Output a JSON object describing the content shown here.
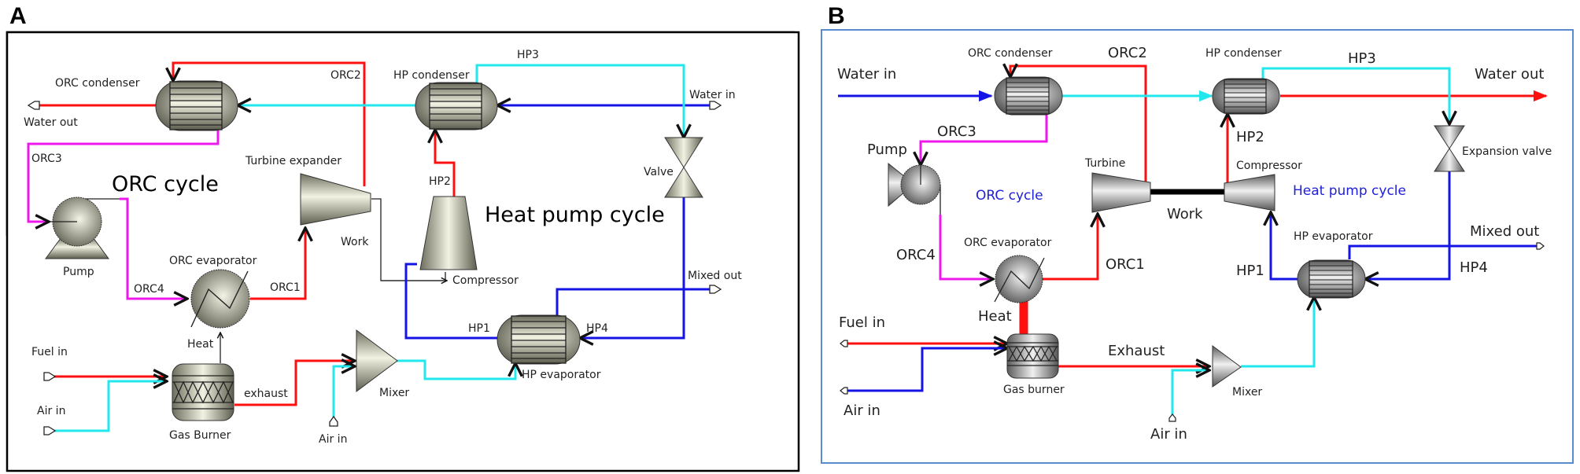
{
  "panels": {
    "A": {
      "letter": "A",
      "cycle_labels": {
        "orc": "ORC cycle",
        "hp": "Heat pump cycle"
      },
      "components": {
        "orc_condenser": "ORC condenser",
        "hp_condenser": "HP condenser",
        "turbine": "Turbine expander",
        "pump": "Pump",
        "orc_evaporator": "ORC evaporator",
        "compressor": "Compressor",
        "valve": "Valve",
        "hp_evaporator": "HP evaporator",
        "mixer": "Mixer",
        "gas_burner": "Gas Burner"
      },
      "streams": {
        "orc1": "ORC1",
        "orc2": "ORC2",
        "orc3": "ORC3",
        "orc4": "ORC4",
        "hp1": "HP1",
        "hp2": "HP2",
        "hp3": "HP3",
        "hp4": "HP4",
        "water_in": "Water in",
        "water_out": "Water out",
        "fuel_in": "Fuel in",
        "air_in": "Air in",
        "air_in_2": "Air in",
        "mixed_out": "Mixed out",
        "exhaust": "exhaust",
        "heat": "Heat",
        "work": "Work"
      }
    },
    "B": {
      "letter": "B",
      "cycle_labels": {
        "orc": "ORC cycle",
        "hp": "Heat pump cycle"
      },
      "components": {
        "orc_condenser": "ORC condenser",
        "hp_condenser": "HP condenser",
        "turbine": "Turbine",
        "pump": "Pump",
        "orc_evaporator": "ORC evaporator",
        "compressor": "Compressor",
        "valve": "Expansion valve",
        "hp_evaporator": "HP evaporator",
        "mixer": "Mixer",
        "gas_burner": "Gas burner"
      },
      "streams": {
        "orc1": "ORC1",
        "orc2": "ORC2",
        "orc3": "ORC3",
        "orc4": "ORC4",
        "hp1": "HP1",
        "hp2": "HP2",
        "hp3": "HP3",
        "hp4": "HP4",
        "water_in": "Water in",
        "water_out": "Water out",
        "fuel_in": "Fuel in",
        "air_in": "Air in",
        "air_in_2": "Air in",
        "mixed_out": "Mixed out",
        "exhaust": "Exhaust",
        "heat": "Heat",
        "work": "Work"
      }
    }
  },
  "colors": {
    "hot_stream": "#ff1010",
    "cold_water": "#1414e6",
    "warm_water": "#22e8ee",
    "orc_liquid": "#ee18ee",
    "panel_a_border": "#000000",
    "panel_b_border": "#5a8ad0",
    "cycle_label_b": "#2020d8"
  }
}
